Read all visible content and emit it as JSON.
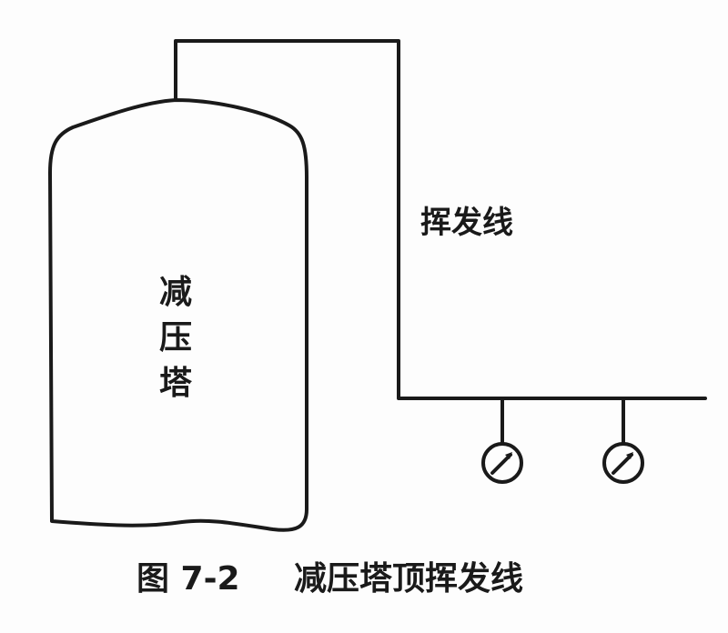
{
  "diagram": {
    "tower_label_chars": [
      "减",
      "压",
      "塔"
    ],
    "line_label": "挥发线",
    "gauges": [
      {
        "name": "pressure-gauge-1",
        "icon": "pressure-gauge-icon"
      },
      {
        "name": "pressure-gauge-2",
        "icon": "pressure-gauge-icon"
      }
    ]
  },
  "caption": {
    "figure_number": "图 7-2",
    "title": "减压塔顶挥发线"
  }
}
